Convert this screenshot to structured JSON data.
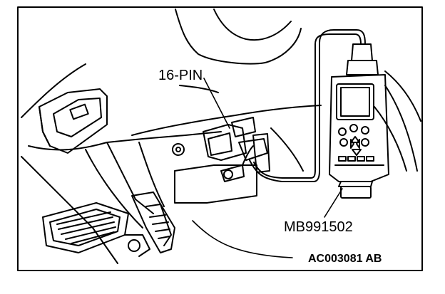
{
  "labels": {
    "connector": "16-PIN",
    "tool": "MB991502",
    "figure_id": "AC003081 AB"
  },
  "colors": {
    "line": "#000000",
    "background": "#ffffff"
  },
  "icons": {
    "pedals": "pedal-icon",
    "scan_tool": "scan-tool-icon",
    "connector": "diagnostic-connector-icon"
  }
}
